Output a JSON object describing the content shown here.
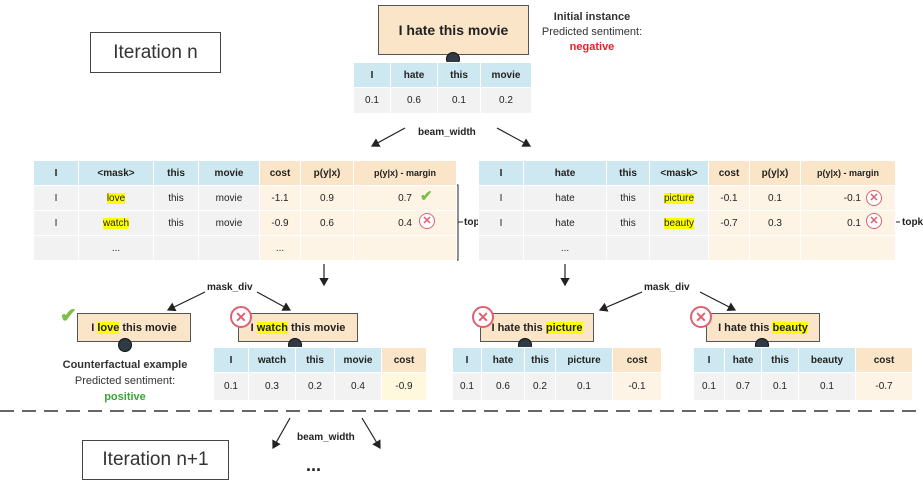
{
  "iteration_n": "Iteration n",
  "iteration_n1": "Iteration n+1",
  "initial": {
    "text": "I hate this movie",
    "title": "Initial instance",
    "pred_label": "Predicted sentiment:",
    "pred_value": "negative",
    "tokens": [
      "I",
      "hate",
      "this",
      "movie"
    ],
    "scores": [
      "0.1",
      "0.6",
      "0.1",
      "0.2"
    ]
  },
  "labels": {
    "beam_width": "beam_width",
    "mask_div": "mask_div",
    "topk": "topk",
    "ellipsis": "..."
  },
  "left_table": {
    "headers": [
      "I",
      "<mask>",
      "this",
      "movie",
      "cost",
      "p(y|x)",
      "p(y|x) - margin"
    ],
    "rows": [
      [
        "I",
        "love",
        "this",
        "movie",
        "-1.1",
        "0.9",
        "0.7"
      ],
      [
        "I",
        "watch",
        "this",
        "movie",
        "-0.9",
        "0.6",
        "0.4"
      ],
      [
        "",
        "...",
        "",
        "",
        "...",
        "",
        ""
      ]
    ]
  },
  "right_table": {
    "headers": [
      "I",
      "hate",
      "this",
      "<mask>",
      "cost",
      "p(y|x)",
      "p(y|x) - margin"
    ],
    "rows": [
      [
        "I",
        "hate",
        "this",
        "picture",
        "-0.1",
        "0.1",
        "-0.1"
      ],
      [
        "I",
        "hate",
        "this",
        "beauty",
        "-0.7",
        "0.3",
        "0.1"
      ],
      [
        "",
        "...",
        "",
        "",
        "",
        "",
        ""
      ]
    ]
  },
  "candidates": [
    {
      "pre": "I ",
      "hl": "love",
      "post": " this movie"
    },
    {
      "pre": "I ",
      "hl": "watch",
      "post": " this movie"
    },
    {
      "pre": "I hate this ",
      "hl": "picture",
      "post": ""
    },
    {
      "pre": "I hate this ",
      "hl": "beauty",
      "post": ""
    }
  ],
  "counterfactual": {
    "title": "Counterfactual example",
    "pred_label": "Predicted sentiment:",
    "pred_value": "positive"
  },
  "small_tables": [
    {
      "headers": [
        "I",
        "watch",
        "this",
        "movie",
        "cost"
      ],
      "values": [
        "0.1",
        "0.3",
        "0.2",
        "0.4",
        "-0.9"
      ]
    },
    {
      "headers": [
        "I",
        "hate",
        "this",
        "picture",
        "cost"
      ],
      "values": [
        "0.1",
        "0.6",
        "0.2",
        "0.1",
        "-0.1"
      ]
    },
    {
      "headers": [
        "I",
        "hate",
        "this",
        "beauty",
        "cost"
      ],
      "values": [
        "0.1",
        "0.7",
        "0.1",
        "0.1",
        "-0.7"
      ]
    }
  ],
  "colors": {
    "negative": "#e8202a",
    "positive": "#3aa635",
    "header_blue": "#cde8f0",
    "header_orange": "#fbe5c8",
    "highlight": "#ffff00"
  }
}
